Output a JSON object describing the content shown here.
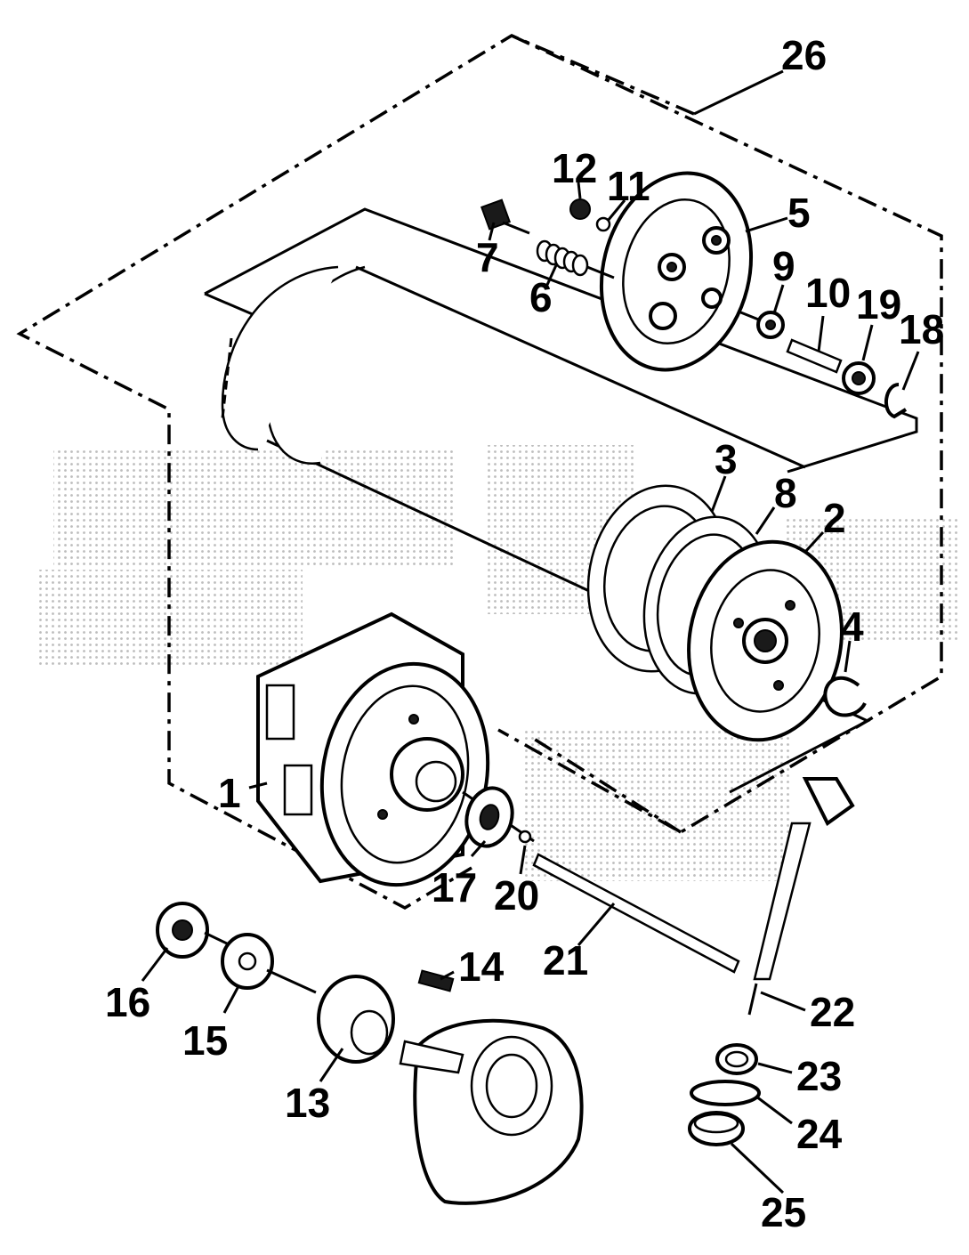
{
  "diagram": {
    "type": "exploded-parts-diagram",
    "colors": {
      "ink": "#000000",
      "paper": "#ffffff",
      "screen": "#c8c8c8"
    },
    "callouts": [
      {
        "id": "1",
        "label": "1"
      },
      {
        "id": "2",
        "label": "2"
      },
      {
        "id": "3",
        "label": "3"
      },
      {
        "id": "4",
        "label": "4"
      },
      {
        "id": "5",
        "label": "5"
      },
      {
        "id": "6",
        "label": "6"
      },
      {
        "id": "7",
        "label": "7"
      },
      {
        "id": "8",
        "label": "8"
      },
      {
        "id": "9",
        "label": "9"
      },
      {
        "id": "10",
        "label": "10"
      },
      {
        "id": "11",
        "label": "11"
      },
      {
        "id": "12",
        "label": "12"
      },
      {
        "id": "13",
        "label": "13"
      },
      {
        "id": "14",
        "label": "14"
      },
      {
        "id": "15",
        "label": "15"
      },
      {
        "id": "16",
        "label": "16"
      },
      {
        "id": "17",
        "label": "17"
      },
      {
        "id": "18",
        "label": "18"
      },
      {
        "id": "19",
        "label": "19"
      },
      {
        "id": "20",
        "label": "20"
      },
      {
        "id": "21",
        "label": "21"
      },
      {
        "id": "22",
        "label": "22"
      },
      {
        "id": "23",
        "label": "23"
      },
      {
        "id": "24",
        "label": "24"
      },
      {
        "id": "25",
        "label": "25"
      },
      {
        "id": "26",
        "label": "26"
      }
    ]
  }
}
